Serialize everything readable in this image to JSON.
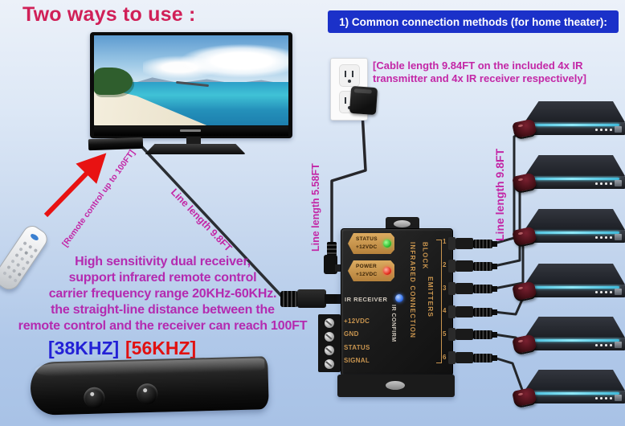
{
  "title": "Two ways to use :",
  "header": {
    "label": "1)  Common connection methods (for home theater):"
  },
  "cable_note": "[Cable length 9.84FT on the included 4x IR transmitter and 4x IR receiver respectively]",
  "labels": {
    "remote_distance": "[Remote control up to 100FT]",
    "line_tv": "Line length 9.8FT",
    "line_power": "Line length 5.58FT",
    "line_emitter": "Line length 9.8FT"
  },
  "description": {
    "lines": [
      "High sensitivity dual receiver,",
      "support infrared remote control",
      "carrier frequency range 20KHz-60KHz.",
      "the straight-line distance between the",
      "remote control and the receiver can reach 100FT"
    ]
  },
  "receiver": {
    "freq_38": "[38KHZ]",
    "freq_56": "[56KHZ]"
  },
  "block": {
    "status_tag": "STATUS\n+12VDC",
    "power_tag": "POWER\n+12VDC",
    "ir_receiver": "IR RECEIVER",
    "ir_confirm": "IR CONFIRM",
    "name_left_column": "INFRARED",
    "name_right_column": "CONNECTION BLOCK",
    "emitters_label": "EMITTERS",
    "ports": [
      "1",
      "2",
      "3",
      "4",
      "5",
      "6"
    ],
    "terminals": [
      "+12VDC",
      "GND",
      "STATUS",
      "SIGNAL"
    ]
  },
  "colors": {
    "title": "#d02058",
    "magenta_text": "#b42ab0",
    "label_magenta": "#c327a6",
    "header_bg": "#1b31c9",
    "khz_blue": "#2321d6",
    "khz_red": "#e11111",
    "block_label_gold": "#c9954f",
    "led_green": "#35c93a",
    "led_red": "#e53022",
    "led_blue": "#3f79ee",
    "device_accent": "#55d0ea"
  }
}
